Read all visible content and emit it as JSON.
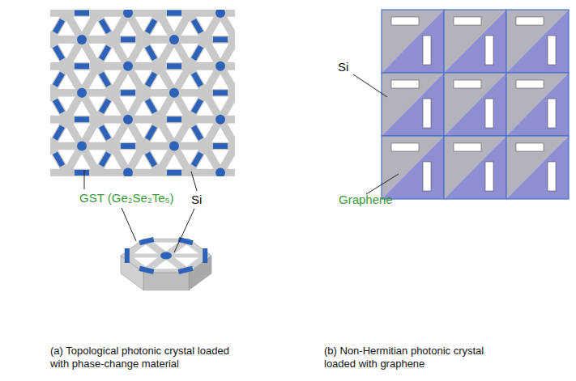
{
  "diagram": {
    "labels": [
      "GST (Ge₂Se₂Te₅)",
      "Si",
      "Si",
      "Graphene",
      "(a) Topological photonic crystal loaded with phase-change material",
      "(b) Non-Hermitian photonic crystal loaded with graphene"
    ]
  }
}
